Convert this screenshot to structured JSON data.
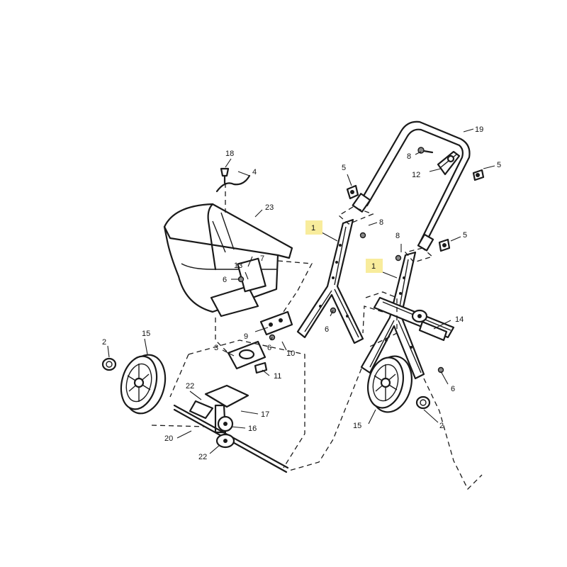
{
  "callouts": [
    {
      "id": "c1a",
      "text": "1",
      "highlight": true
    },
    {
      "id": "c1b",
      "text": "1",
      "highlight": true
    },
    {
      "id": "c2a",
      "text": "2"
    },
    {
      "id": "c2b",
      "text": "2"
    },
    {
      "id": "c3",
      "text": "3"
    },
    {
      "id": "c4",
      "text": "4"
    },
    {
      "id": "c5a",
      "text": "5"
    },
    {
      "id": "c5b",
      "text": "5"
    },
    {
      "id": "c5c",
      "text": "5"
    },
    {
      "id": "c6a",
      "text": "6"
    },
    {
      "id": "c6b",
      "text": "6"
    },
    {
      "id": "c6c",
      "text": "6"
    },
    {
      "id": "c6d",
      "text": "6"
    },
    {
      "id": "c7",
      "text": "7"
    },
    {
      "id": "c8a",
      "text": "8"
    },
    {
      "id": "c8b",
      "text": "8"
    },
    {
      "id": "c8c",
      "text": "8"
    },
    {
      "id": "c9",
      "text": "9"
    },
    {
      "id": "c10",
      "text": "10"
    },
    {
      "id": "c11",
      "text": "11"
    },
    {
      "id": "c12",
      "text": "12"
    },
    {
      "id": "c13",
      "text": "13"
    },
    {
      "id": "c14",
      "text": "14"
    },
    {
      "id": "c15a",
      "text": "15"
    },
    {
      "id": "c15b",
      "text": "15"
    },
    {
      "id": "c16",
      "text": "16"
    },
    {
      "id": "c17",
      "text": "17"
    },
    {
      "id": "c18",
      "text": "18"
    },
    {
      "id": "c19",
      "text": "19"
    },
    {
      "id": "c20",
      "text": "20"
    },
    {
      "id": "c22a",
      "text": "22"
    },
    {
      "id": "c22b",
      "text": "22"
    },
    {
      "id": "c23",
      "text": "23"
    }
  ],
  "colors": {
    "highlight": "#f8ec9c",
    "line": "#1a1a1a",
    "background": "#ffffff"
  }
}
